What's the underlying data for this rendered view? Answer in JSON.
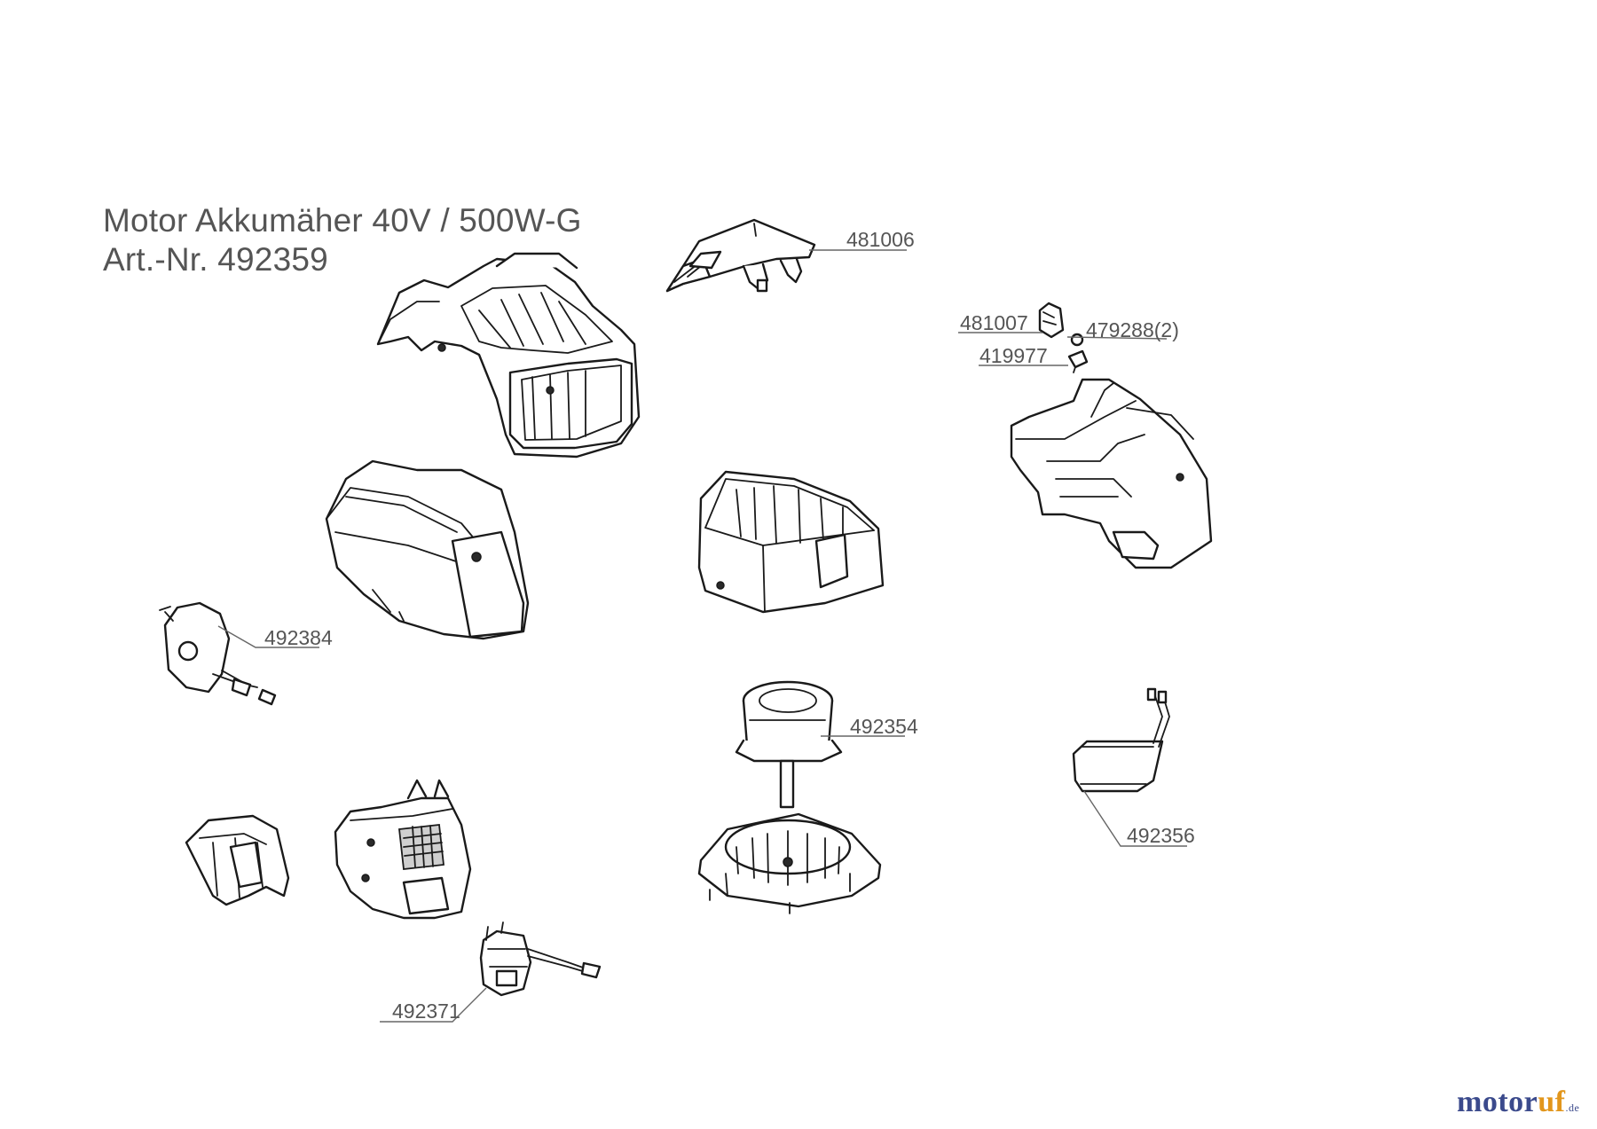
{
  "title": {
    "line1": "Motor Akkumäher 40V / 500W-G",
    "line2": "Art.-Nr. 492359"
  },
  "parts": [
    {
      "number": "481006"
    },
    {
      "number": "481007"
    },
    {
      "number": "479288(2)"
    },
    {
      "number": "419977"
    },
    {
      "number": "492384"
    },
    {
      "number": "492354"
    },
    {
      "number": "492356"
    },
    {
      "number": "492371"
    }
  ],
  "logo": {
    "text_part1": "motor",
    "text_part2": "uf",
    "suffix": ".de"
  },
  "colors": {
    "logo_blue": "#3b4a8c",
    "logo_orange": "#e2961c",
    "label_gray": "#555555"
  }
}
